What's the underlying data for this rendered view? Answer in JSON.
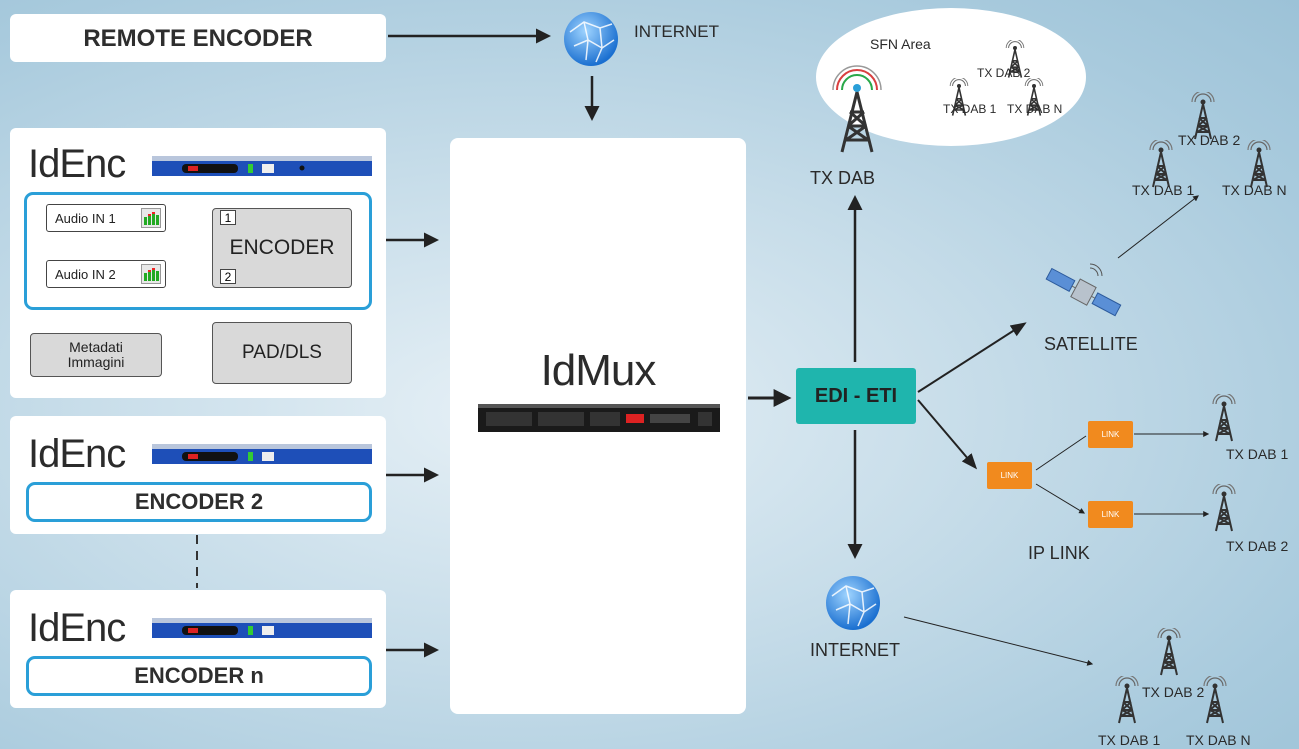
{
  "remote_encoder": {
    "label": "REMOTE ENCODER"
  },
  "internet_top": {
    "label": "INTERNET"
  },
  "encoder_panel_1": {
    "title": "IdEnc",
    "audio_in_1": "Audio IN 1",
    "audio_in_2": "Audio IN 2",
    "encoder_label": "ENCODER",
    "input_1": "1",
    "input_2": "2",
    "metadata_line1": "Metadati",
    "metadata_line2": "Immagini",
    "pad_dls": "PAD/DLS"
  },
  "encoder_panel_2": {
    "title": "IdEnc",
    "encoder_label": "ENCODER 2"
  },
  "encoder_panel_n": {
    "title": "IdEnc",
    "encoder_label": "ENCODER n"
  },
  "mux": {
    "title": "IdMux"
  },
  "edi_eti": {
    "label": "EDI - ETI"
  },
  "sfn": {
    "area_label": "SFN Area",
    "tx_1": "TX DAB 1",
    "tx_2": "TX DAB 2",
    "tx_n": "TX DAB N"
  },
  "tx_dab": {
    "label": "TX DAB"
  },
  "satellite": {
    "label": "SATELLITE",
    "tx_1": "TX DAB 1",
    "tx_2": "TX DAB 2",
    "tx_n": "TX DAB N"
  },
  "ip_link": {
    "label": "IP LINK",
    "link_label": "LINK",
    "tx_1": "TX DAB 1",
    "tx_2": "TX DAB 2"
  },
  "internet_bottom": {
    "label": "INTERNET",
    "tx_1": "TX DAB 1",
    "tx_2": "TX DAB 2",
    "tx_n": "TX DAB N"
  },
  "colors": {
    "accent_blue": "#2a9fd8",
    "edi_teal": "#1fb5ad",
    "link_orange": "#f18a1e",
    "rack_blue": "#1e4fb8"
  }
}
